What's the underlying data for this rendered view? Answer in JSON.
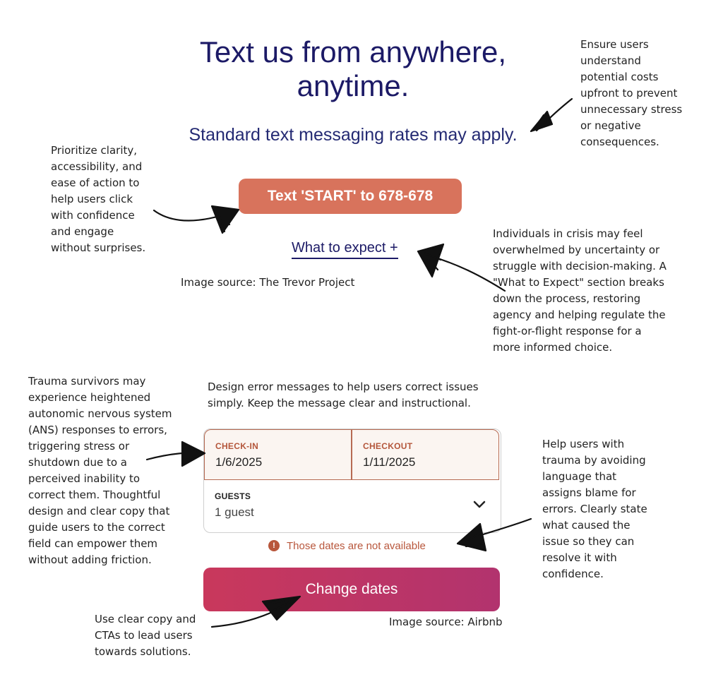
{
  "hero": {
    "title": "Text us from  anywhere,\nanytime.",
    "subtitle": "Standard text messaging rates may apply.",
    "cta_label": "Text 'START' to 678-678",
    "expect_link": "What to expect +",
    "source": "Image source: The Trevor Project"
  },
  "annotations": {
    "costs": "Ensure users\nunderstand\npotential costs\nupfront to prevent\nunnecessary stress\nor negative\nconsequences.",
    "clarity": "Prioritize clarity,\naccessibility, and\nease of action to\nhelp users click\nwith confidence\nand engage\nwithout surprises.",
    "crisis": "Individuals in crisis may feel\noverwhelmed by uncertainty or\nstruggle with decision-making. A\n\"What to Expect\" section breaks\ndown the process, restoring\nagency and helping regulate the\nfight-or-flight response for a\nmore informed choice.",
    "trauma": "Trauma survivors may\nexperience heightened\nautonomic nervous system\n(ANS) responses to errors,\ntriggering stress or\nshutdown due to a\nperceived inability to\ncorrect them. Thoughtful\ndesign and clear copy that\nguide users to the correct\nfield can empower them\nwithout adding friction.",
    "error_intro": "Design error messages to help users correct issues\nsimply. Keep the message clear and instructional.",
    "blame": "Help users with\ntrauma by avoiding\nlanguage that\nassigns blame for\nerrors. Clearly state\nwhat caused the\nissue so they can\nresolve it with\nconfidence.",
    "cta_copy": "Use clear copy and\nCTAs to lead users\ntowards solutions."
  },
  "booking": {
    "checkin_label": "CHECK-IN",
    "checkin_value": "1/6/2025",
    "checkout_label": "CHECKOUT",
    "checkout_value": "1/11/2025",
    "guests_label": "GUESTS",
    "guests_value": "1 guest",
    "error_icon": "!",
    "error_text": "Those dates are not available",
    "change_button": "Change dates",
    "source": "Image source: Airbnb"
  },
  "colors": {
    "title_navy": "#1c1a66",
    "cta_orange": "#d8735c",
    "error_red": "#b8563b",
    "button_gradient_start": "#c9385c",
    "button_gradient_end": "#b2336e"
  }
}
